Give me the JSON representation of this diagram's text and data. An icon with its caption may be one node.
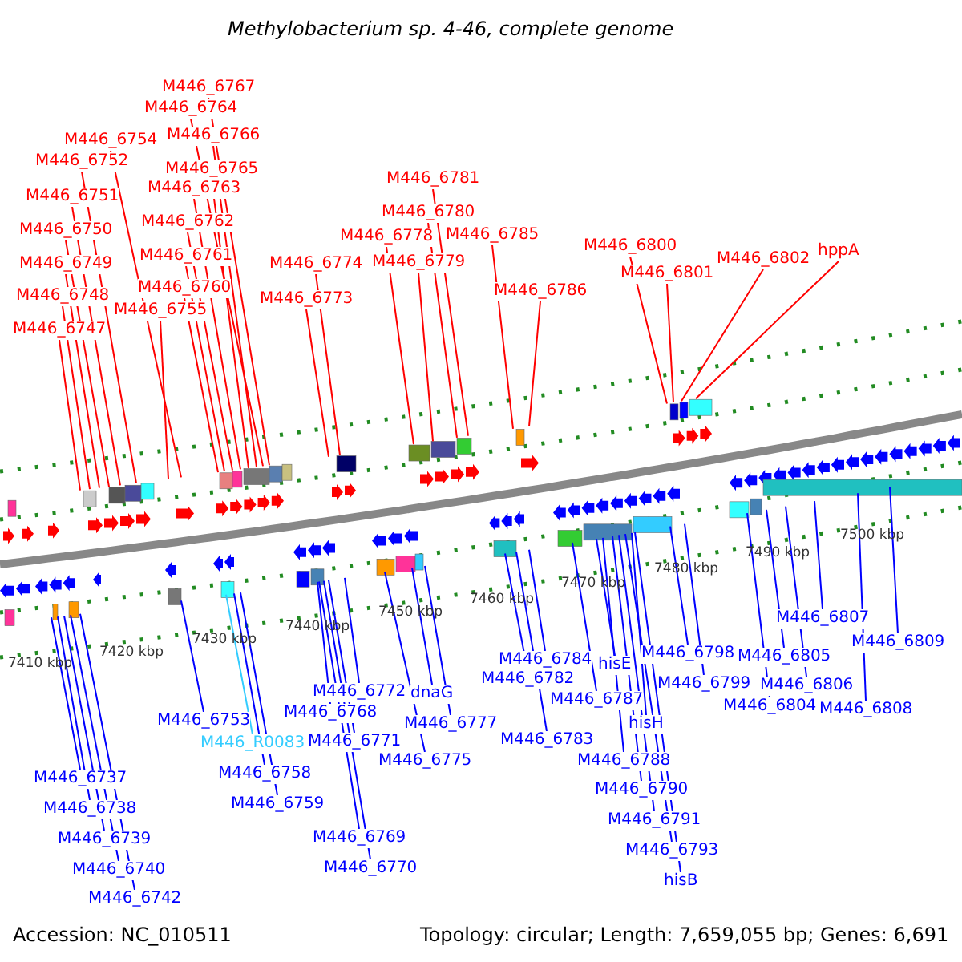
{
  "diagram": {
    "title": "Methylobacterium sp. 4-46, complete genome",
    "nodes": [
      {
        "text": [
          "M446_6767"
        ]
      },
      {
        "text": [
          "M446_6764"
        ]
      },
      {
        "text": [
          "M446_6754"
        ]
      },
      {
        "text": [
          "M446_6752"
        ]
      },
      {
        "text": [
          "M446_6766"
        ]
      },
      {
        "text": [
          "M446_6765"
        ]
      },
      {
        "text": [
          "M446_6763"
        ]
      },
      {
        "text": [
          "M446_6751"
        ]
      },
      {
        "text": [
          "M446_6762"
        ]
      },
      {
        "text": [
          "M446_6750"
        ]
      },
      {
        "text": [
          "M446_6761"
        ]
      },
      {
        "text": [
          "M446_6749"
        ]
      },
      {
        "text": [
          "M446_6748"
        ]
      },
      {
        "text": [
          "M446_6760"
        ]
      },
      {
        "text": [
          "M446_6755"
        ]
      },
      {
        "text": [
          "M446_6747"
        ]
      },
      {
        "text": [
          "M446_6781"
        ]
      },
      {
        "text": [
          "M446_6780"
        ]
      },
      {
        "text": [
          "M446_6778"
        ]
      },
      {
        "text": [
          "M446_6779"
        ]
      },
      {
        "text": [
          "M446_6785"
        ]
      },
      {
        "text": [
          "M446_6774"
        ]
      },
      {
        "text": [
          "M446_6773"
        ]
      },
      {
        "text": [
          "M446_6786"
        ]
      },
      {
        "text": [
          "M446_6800"
        ]
      },
      {
        "text": [
          "M446_6801"
        ]
      },
      {
        "text": [
          "M446_6802"
        ]
      },
      {
        "text": [
          "hppA"
        ]
      },
      {
        "text": [
          "M446_6737"
        ]
      },
      {
        "text": [
          "M446_6738"
        ]
      },
      {
        "text": [
          "M446_6739"
        ]
      },
      {
        "text": [
          "M446_6740"
        ]
      },
      {
        "text": [
          "M446_6742"
        ]
      },
      {
        "text": [
          "M446_6753"
        ]
      },
      {
        "text": [
          "M446_R0083"
        ]
      },
      {
        "text": [
          "M446_6758"
        ]
      },
      {
        "text": [
          "M446_6759"
        ]
      },
      {
        "text": [
          "M446_6772"
        ]
      },
      {
        "text": [
          "M446_6768"
        ]
      },
      {
        "text": [
          "M446_6771"
        ]
      },
      {
        "text": [
          "M446_6775"
        ]
      },
      {
        "text": [
          "M446_6769"
        ]
      },
      {
        "text": [
          "M446_6770"
        ]
      },
      {
        "text": [
          "dnaG"
        ]
      },
      {
        "text": [
          "M446_6777"
        ]
      },
      {
        "text": [
          "M446_6784"
        ]
      },
      {
        "text": [
          "M446_6782"
        ]
      },
      {
        "text": [
          "M446_6783"
        ]
      },
      {
        "text": [
          "hisE"
        ]
      },
      {
        "text": [
          "M446_6787"
        ]
      },
      {
        "text": [
          "hisH"
        ]
      },
      {
        "text": [
          "M446_6788"
        ]
      },
      {
        "text": [
          "M446_6790"
        ]
      },
      {
        "text": [
          "M446_6791"
        ]
      },
      {
        "text": [
          "M446_6793"
        ]
      },
      {
        "text": [
          "hisB"
        ]
      },
      {
        "text": [
          "M446_6798"
        ]
      },
      {
        "text": [
          "M446_6799"
        ]
      },
      {
        "text": [
          "M446_6805"
        ]
      },
      {
        "text": [
          "M446_6806"
        ]
      },
      {
        "text": [
          "M446_6804"
        ]
      },
      {
        "text": [
          "M446_6807"
        ]
      },
      {
        "text": [
          "M446_6809"
        ]
      },
      {
        "text": [
          "M446_6808"
        ]
      }
    ],
    "edges": [
      {
        "from": 0,
        "to": null,
        "arrow": "none",
        "color": "#ff0000"
      },
      {
        "from": 1,
        "to": null,
        "arrow": "none",
        "color": "#ff0000"
      },
      {
        "from": 2,
        "to": null,
        "arrow": "none",
        "color": "#ff0000"
      },
      {
        "from": 3,
        "to": null,
        "arrow": "none",
        "color": "#ff0000"
      },
      {
        "from": 4,
        "to": null,
        "arrow": "none",
        "color": "#ff0000"
      },
      {
        "from": 5,
        "to": null,
        "arrow": "none",
        "color": "#ff0000"
      },
      {
        "from": 6,
        "to": null,
        "arrow": "none",
        "color": "#ff0000"
      },
      {
        "from": 7,
        "to": null,
        "arrow": "none",
        "color": "#ff0000"
      },
      {
        "from": 8,
        "to": null,
        "arrow": "none",
        "color": "#ff0000"
      },
      {
        "from": 9,
        "to": null,
        "arrow": "none",
        "color": "#ff0000"
      },
      {
        "from": 10,
        "to": null,
        "arrow": "none",
        "color": "#ff0000"
      },
      {
        "from": 11,
        "to": null,
        "arrow": "none",
        "color": "#ff0000"
      },
      {
        "from": 12,
        "to": null,
        "arrow": "none",
        "color": "#ff0000"
      },
      {
        "from": 13,
        "to": null,
        "arrow": "none",
        "color": "#ff0000"
      },
      {
        "from": 14,
        "to": null,
        "arrow": "none",
        "color": "#ff0000"
      },
      {
        "from": 15,
        "to": null,
        "arrow": "none",
        "color": "#ff0000"
      },
      {
        "from": 16,
        "to": null,
        "arrow": "none",
        "color": "#ff0000"
      },
      {
        "from": 17,
        "to": null,
        "arrow": "none",
        "color": "#ff0000"
      },
      {
        "from": 18,
        "to": null,
        "arrow": "none",
        "color": "#ff0000"
      },
      {
        "from": 19,
        "to": null,
        "arrow": "none",
        "color": "#ff0000"
      },
      {
        "from": 20,
        "to": null,
        "arrow": "none",
        "color": "#ff0000"
      },
      {
        "from": 21,
        "to": null,
        "arrow": "none",
        "color": "#ff0000"
      },
      {
        "from": 22,
        "to": null,
        "arrow": "none",
        "color": "#ff0000"
      },
      {
        "from": 23,
        "to": null,
        "arrow": "none",
        "color": "#ff0000"
      },
      {
        "from": 24,
        "to": null,
        "arrow": "none",
        "color": "#ff0000"
      },
      {
        "from": 25,
        "to": null,
        "arrow": "none",
        "color": "#ff0000"
      },
      {
        "from": 26,
        "to": null,
        "arrow": "none",
        "color": "#ff0000"
      },
      {
        "from": 27,
        "to": null,
        "arrow": "none",
        "color": "#ff0000"
      },
      {
        "from": 28,
        "to": null,
        "arrow": "none"
      },
      {
        "from": 29,
        "to": null,
        "arrow": "none"
      },
      {
        "from": 30,
        "to": null,
        "arrow": "none"
      },
      {
        "from": 31,
        "to": null,
        "arrow": "none"
      },
      {
        "from": 32,
        "to": null,
        "arrow": "none"
      },
      {
        "from": 33,
        "to": null,
        "arrow": "none"
      },
      {
        "from": 34,
        "to": null,
        "arrow": "none",
        "color": "#33ccff"
      },
      {
        "from": 35,
        "to": null,
        "arrow": "none"
      },
      {
        "from": 36,
        "to": null,
        "arrow": "none"
      },
      {
        "from": 37,
        "to": null,
        "arrow": "none"
      },
      {
        "from": 38,
        "to": null,
        "arrow": "none"
      },
      {
        "from": 39,
        "to": null,
        "arrow": "none"
      },
      {
        "from": 40,
        "to": null,
        "arrow": "none"
      },
      {
        "from": 41,
        "to": null,
        "arrow": "none"
      },
      {
        "from": 42,
        "to": null,
        "arrow": "none"
      },
      {
        "from": 43,
        "to": null,
        "arrow": "none"
      },
      {
        "from": 44,
        "to": null,
        "arrow": "none"
      },
      {
        "from": 45,
        "to": null,
        "arrow": "none"
      },
      {
        "from": 46,
        "to": null,
        "arrow": "none"
      },
      {
        "from": 47,
        "to": null,
        "arrow": "none"
      },
      {
        "from": 48,
        "to": null,
        "arrow": "none"
      },
      {
        "from": 49,
        "to": null,
        "arrow": "none"
      },
      {
        "from": 50,
        "to": null,
        "arrow": "none"
      },
      {
        "from": 51,
        "to": null,
        "arrow": "none"
      },
      {
        "from": 52,
        "to": null,
        "arrow": "none"
      },
      {
        "from": 53,
        "to": null,
        "arrow": "none"
      },
      {
        "from": 54,
        "to": null,
        "arrow": "none"
      },
      {
        "from": 55,
        "to": null,
        "arrow": "none"
      },
      {
        "from": 56,
        "to": null,
        "arrow": "none"
      },
      {
        "from": 57,
        "to": null,
        "arrow": "none"
      },
      {
        "from": 58,
        "to": null,
        "arrow": "none"
      },
      {
        "from": 59,
        "to": null,
        "arrow": "none"
      },
      {
        "from": 60,
        "to": null,
        "arrow": "none"
      },
      {
        "from": 61,
        "to": null,
        "arrow": "none"
      },
      {
        "from": 62,
        "to": null,
        "arrow": "none"
      },
      {
        "from": 63,
        "to": null,
        "arrow": "none"
      }
    ],
    "labels": [
      "7410 kbp",
      "7420 kbp",
      "7430 kbp",
      "7440 kbp",
      "7450 kbp",
      "7460 kbp",
      "7470 kbp",
      "7480 kbp",
      "7490 kbp",
      "7500 kbp",
      "Accession: NC_010511",
      "Topology: circular; Length: 7,659,055 bp; Genes: 6,691"
    ]
  }
}
